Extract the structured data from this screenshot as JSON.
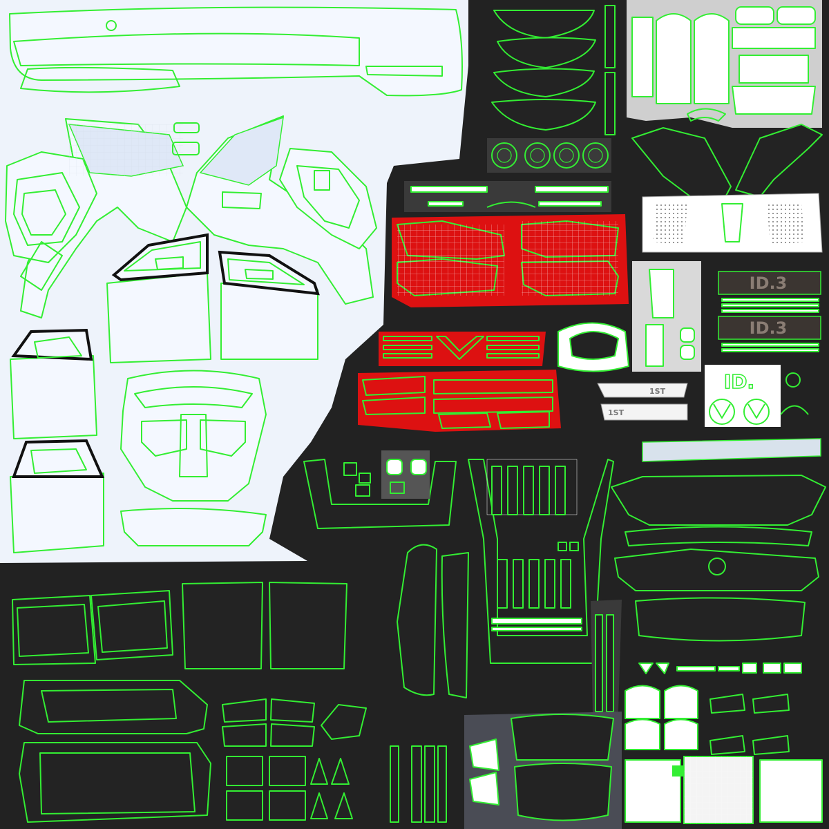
{
  "labels": {
    "badge_id3_top": "ID.3",
    "badge_id3_bottom": "ID.3",
    "badge_id_white": "ID.",
    "small_script": "1ST"
  },
  "colors": {
    "background_dark": "#222222",
    "background_light": "#eef3fb",
    "uv_edge": "#33ee33",
    "wireframe": "#ffffff",
    "taillight_red": "#dd1111",
    "panel_grey": "#cfcfcf"
  }
}
